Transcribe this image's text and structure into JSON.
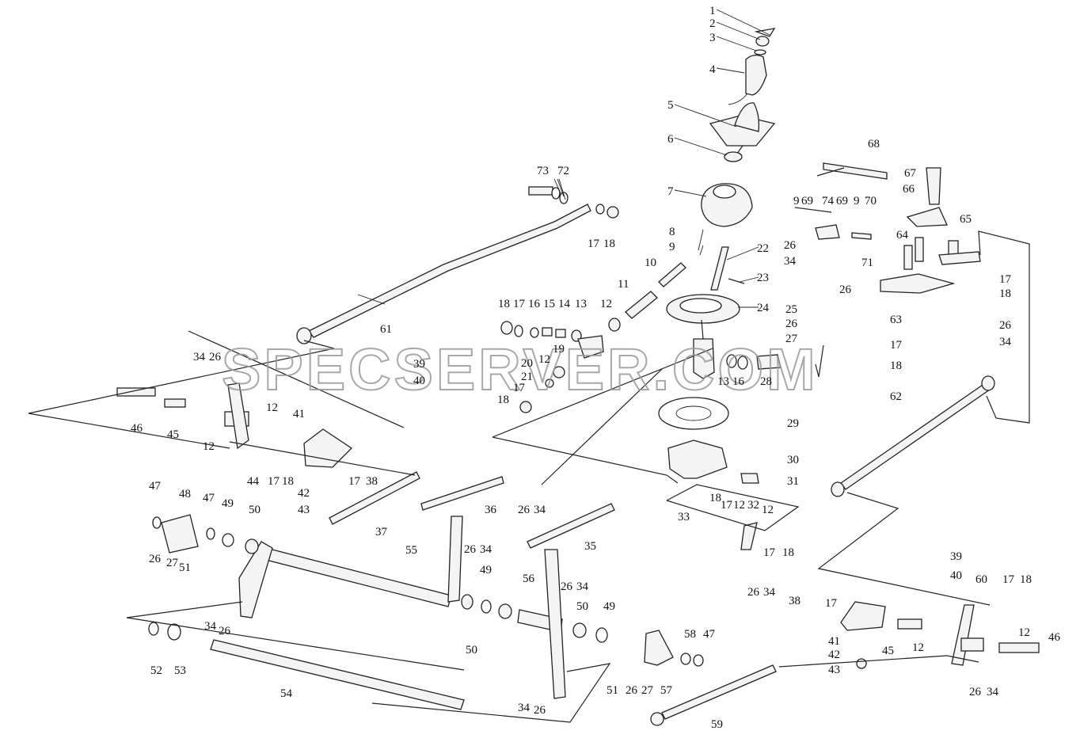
{
  "watermark": "SPECSERVER.COM",
  "labels": {
    "l1a": "1",
    "l2a": "2",
    "l3a": "3",
    "l4a": "4",
    "l5a": "5",
    "l6a": "6",
    "l7a": "7",
    "l8a": "8",
    "l9a": "9",
    "l10a": "10",
    "l11a": "11",
    "l12a": "12",
    "l13a": "13",
    "l14a": "14",
    "l15a": "15",
    "l16a": "16",
    "l17a": "17",
    "l18a": "18",
    "l22a": "22",
    "l23a": "23",
    "l24a": "24",
    "l18b": "18",
    "l17b": "17",
    "l16b": "16",
    "l73a": "73",
    "l72a": "72",
    "l17c": "17",
    "l18c": "18",
    "l61a": "61",
    "l68a": "68",
    "l67a": "67",
    "l66a": "66",
    "l9b": "9",
    "l69a": "69",
    "l74a": "74",
    "l69b": "69",
    "l9c": "9",
    "l70a": "70",
    "l65a": "65",
    "l64a": "64",
    "l26a": "26",
    "l34a": "34",
    "l71a": "71",
    "l26b": "26",
    "l63a": "63",
    "l17d": "17",
    "l18d": "18",
    "l26c": "26",
    "l34b": "34",
    "l17e": "17",
    "l18e": "18",
    "l25a": "25",
    "l26d": "26",
    "l27a": "27",
    "l19a": "19",
    "l12b": "12",
    "l20a": "20",
    "l21a": "21",
    "l17f": "17",
    "l18f": "18",
    "l13b": "13",
    "l16c": "16",
    "l28a": "28",
    "l29a": "29",
    "l30a": "30",
    "l31a": "31",
    "l34c": "34",
    "l26e": "26",
    "l39a": "39",
    "l40a": "40",
    "l46a": "46",
    "l45a": "45",
    "l12c": "12",
    "l12d": "12",
    "l41a": "41",
    "l44a": "44",
    "l17g": "17",
    "l18g": "18",
    "l17h": "17",
    "l38a": "38",
    "l42a": "42",
    "l43a": "43",
    "l37a": "37",
    "l36a": "36",
    "l26f": "26",
    "l34d": "34",
    "l26g": "26",
    "l34e": "34",
    "l55a": "55",
    "l35a": "35",
    "l26h": "26",
    "l34f": "34",
    "l18h": "18",
    "l17i": "17",
    "l12e": "12",
    "l32a": "32",
    "l12f": "12",
    "l33a": "33",
    "l17j": "17",
    "l18i": "18",
    "l26i": "26",
    "l34g": "34",
    "l62a": "62",
    "l39b": "39",
    "l40b": "40",
    "l38b": "38",
    "l17k": "17",
    "l60a": "60",
    "l17l": "17",
    "l18j": "18",
    "l41b": "41",
    "l45b": "45",
    "l12g": "12",
    "l12h": "12",
    "l46b": "46",
    "l42b": "42",
    "l43b": "43",
    "l26j": "26",
    "l34h": "34",
    "l47a": "47",
    "l48a": "48",
    "l47b": "47",
    "l49a": "49",
    "l50a": "50",
    "l26k": "26",
    "l27b": "27",
    "l51a": "51",
    "l34i": "34",
    "l26l": "26",
    "l52a": "52",
    "l53a": "53",
    "l54a": "54",
    "l49b": "49",
    "l56a": "56",
    "l50b": "50",
    "l49c": "49",
    "l50c": "50",
    "l58a": "58",
    "l47c": "47",
    "l51b": "51",
    "l26m": "26",
    "l27c": "27",
    "l57a": "57",
    "l34j": "34",
    "l26n": "26",
    "l59a": "59"
  }
}
